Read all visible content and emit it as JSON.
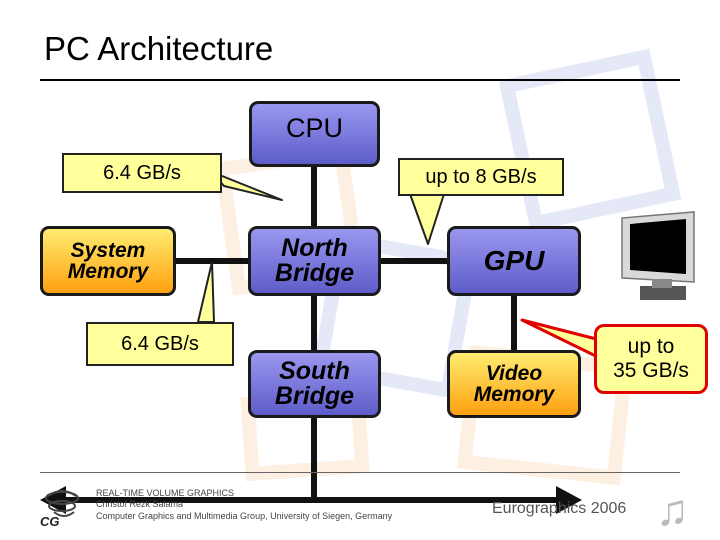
{
  "slide": {
    "title": "PC Architecture"
  },
  "boxes": {
    "cpu": "CPU",
    "system_memory": [
      "System",
      "Memory"
    ],
    "north_bridge": [
      "North",
      "Bridge"
    ],
    "gpu": "GPU",
    "south_bridge": [
      "South",
      "Bridge"
    ],
    "video_memory": [
      "Video",
      "Memory"
    ]
  },
  "callouts": {
    "cpu_memory": "6.4 GB/s",
    "agp": "up to 8 GB/s",
    "memory_bus": "6.4 GB/s",
    "video_memory": [
      "up to",
      "35 GB/s"
    ]
  },
  "footer": {
    "line1": "REAL-TIME VOLUME GRAPHICS",
    "line2": "Christof Rezk Salama",
    "line3": "Computer Graphics and Multimedia Group, University of Siegen, Germany",
    "conference": "Eurographics 2006",
    "logo_text": "CG"
  },
  "colors": {
    "purple_box": "#7e7be0",
    "orange_box": "#ffc83a",
    "callout_fill": "#ffff9c",
    "red_outline": "#e00000"
  }
}
